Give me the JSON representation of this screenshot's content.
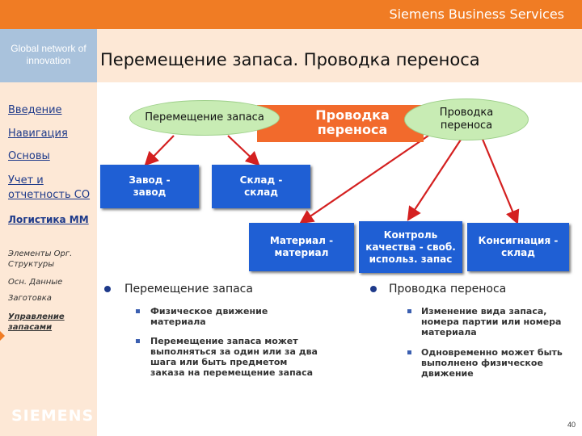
{
  "header": {
    "brand": "Siemens Business Services"
  },
  "sidebar": {
    "tagline": "Global network of innovation",
    "items": [
      {
        "label": "Введение"
      },
      {
        "label": "Навигация"
      },
      {
        "label": "Основы"
      },
      {
        "label": "Учет и отчетность CO"
      },
      {
        "label": "Логистика MM"
      },
      {
        "label": "Элементы Орг. Структуры"
      },
      {
        "label": "Осн. Данные"
      },
      {
        "label": "Заготовка"
      },
      {
        "label": "Управление запасами"
      }
    ],
    "logo": "SIEMENS"
  },
  "title": "Перемещение запаса. Проводка переноса",
  "diagram": {
    "ellipse_left": "Перемещение запаса",
    "ellipse_right": "Проводка переноса",
    "orange_label": "Проводка переноса",
    "boxes": {
      "plant": "Завод - завод",
      "storage": "Склад - склад",
      "material": "Материал - материал",
      "quality": "Контроль качества - своб. использ. запас",
      "consign": "Консигнация - склад"
    }
  },
  "sections": {
    "left": {
      "heading": "Перемещение запаса",
      "bullets": [
        "Физическое движение материала",
        "Перемещение запаса может выполняться за один или за два шага или быть предметом заказа на перемещение запаса"
      ]
    },
    "right": {
      "heading": "Проводка переноса",
      "bullets": [
        "Изменение вида запаса, номера партии или номера материала",
        "Одновременно может быть выполнено физическое движение"
      ]
    }
  },
  "page_number": "40",
  "colors": {
    "accent": "#f07c24",
    "box": "#1f5fd4",
    "ellipse": "#c8ecb4",
    "arrow": "#d42020"
  }
}
